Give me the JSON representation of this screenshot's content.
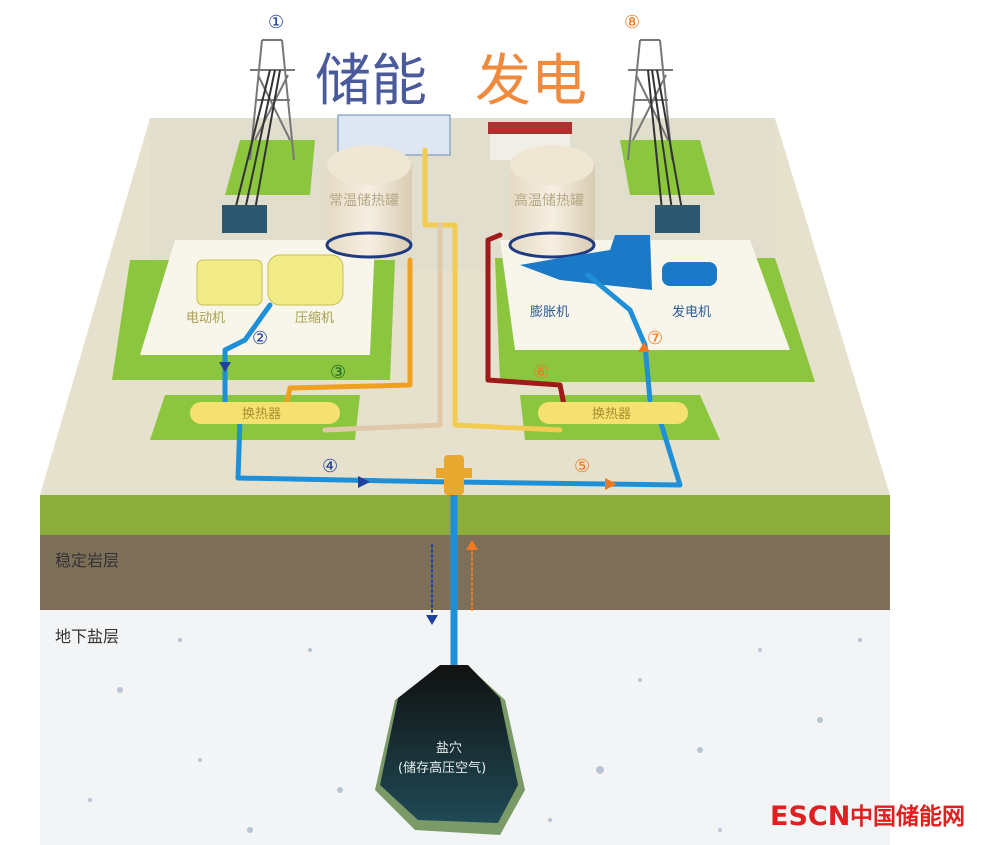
{
  "title": {
    "storage": "储能",
    "generation": "发电"
  },
  "colors": {
    "storage_title": "#4a5a9a",
    "generation_title": "#f08a3c",
    "blue_pipe": "#1f8fd8",
    "orange": "#f07820",
    "red_pipe": "#a01a1a",
    "yellow_pipe": "#f0c030",
    "logo_red": "#e02020"
  },
  "equipment": {
    "ambient_tank": "常温储热罐",
    "hot_tank": "高温储热罐",
    "motor": "电动机",
    "compressor": "压缩机",
    "expander": "膨胀机",
    "generator": "发电机",
    "heat_exchanger_left": "换热器",
    "heat_exchanger_right": "换热器"
  },
  "steps": [
    "①",
    "②",
    "③",
    "④",
    "⑤",
    "⑥",
    "⑦",
    "⑧"
  ],
  "layers": {
    "stable_rock": "稳定岩层",
    "salt_layer": "地下盐层"
  },
  "cavern": {
    "title": "盐穴",
    "subtitle": "(储存高压空气)"
  },
  "logo": {
    "latin": "ESCN",
    "chinese": "中国储能网"
  }
}
